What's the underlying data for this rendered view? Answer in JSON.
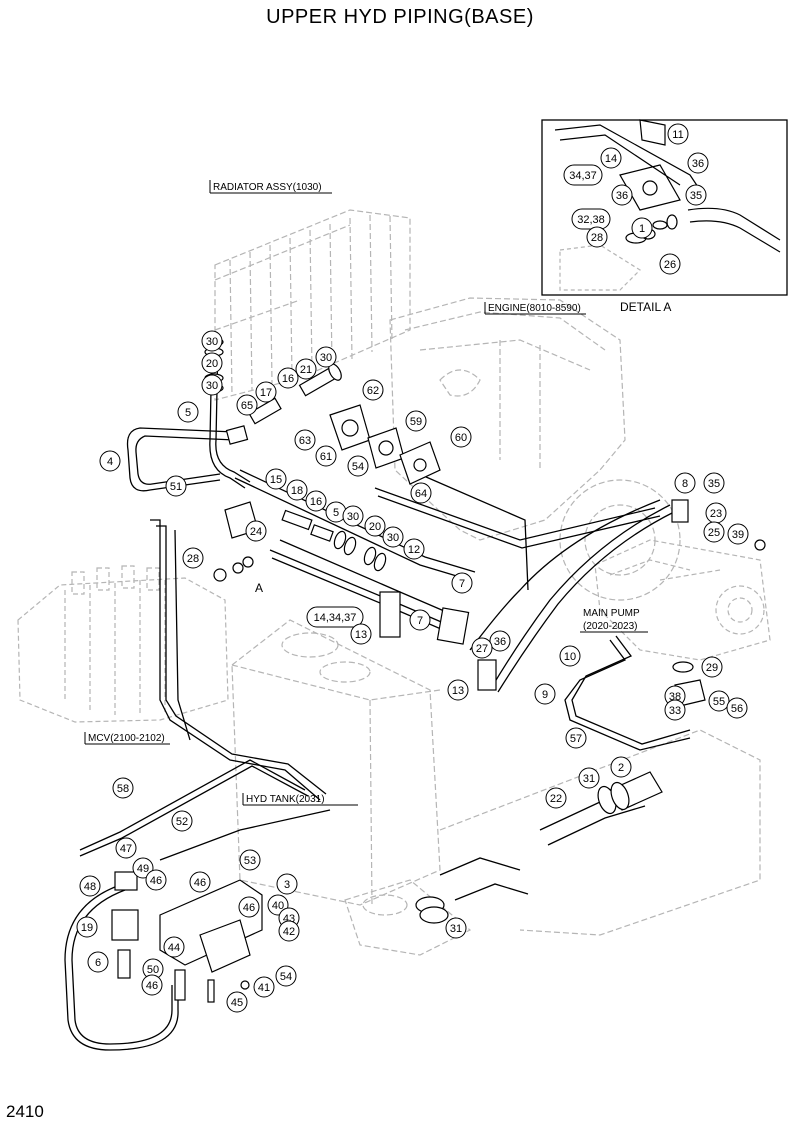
{
  "title": "UPPER HYD PIPING(BASE)",
  "page_number": "2410",
  "labels": {
    "radiator": "RADIATOR ASSY(1030)",
    "engine": "ENGINE(8010-8590)",
    "main_pump_l1": "MAIN PUMP",
    "main_pump_l2": "(2020-2023)",
    "mcv": "MCV(2100-2102)",
    "hyd_tank": "HYD TANK(2031)",
    "detail_a": "DETAIL A",
    "view_a": "A"
  },
  "callouts": [
    "30",
    "20",
    "30",
    "5",
    "4",
    "21",
    "30",
    "16",
    "17",
    "65",
    "62",
    "63",
    "61",
    "59",
    "60",
    "54",
    "64",
    "15",
    "18",
    "16",
    "5",
    "30",
    "20",
    "30",
    "12",
    "51",
    "24",
    "28",
    "7",
    "14,34,37",
    "13",
    "7",
    "36",
    "27",
    "10",
    "13",
    "9",
    "8",
    "35",
    "23",
    "25",
    "39",
    "29",
    "38",
    "33",
    "55",
    "56",
    "57",
    "2",
    "31",
    "22",
    "31",
    "58",
    "52",
    "47",
    "49",
    "46",
    "48",
    "19",
    "6",
    "53",
    "46",
    "3",
    "40",
    "46",
    "43",
    "42",
    "44",
    "50",
    "46",
    "41",
    "45",
    "54",
    "11",
    "14",
    "34,37",
    "36",
    "36",
    "35",
    "32,38",
    "1",
    "28",
    "26"
  ],
  "colors": {
    "line": "#000000",
    "ghost": "#b5b5b5",
    "bg": "#ffffff"
  }
}
